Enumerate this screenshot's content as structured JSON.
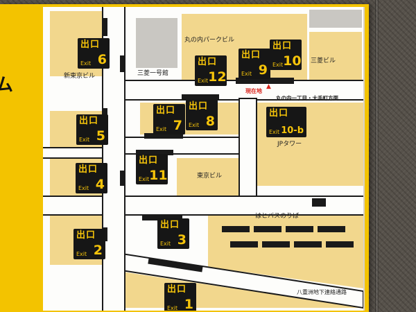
{
  "colors": {
    "wall": "#57524b",
    "sign_yellow": "#f3c300",
    "map_bg": "#fdfdfb",
    "building": "#f2d78d",
    "building_gray": "#c9c7c2",
    "badge_bg": "#161616",
    "badge_fg": "#f6c40a",
    "red": "#d9251d",
    "ink": "#222222",
    "road_line": "#1a1a1a"
  },
  "sign": {
    "edge_glyph": "ム"
  },
  "exit_word": {
    "kanji": "出口",
    "en": "Exit"
  },
  "exits": [
    {
      "num": "6"
    },
    {
      "num": "12"
    },
    {
      "num": "9"
    },
    {
      "num": "10"
    },
    {
      "num": "7"
    },
    {
      "num": "8"
    },
    {
      "num": "10-b"
    },
    {
      "num": "5"
    },
    {
      "num": "11"
    },
    {
      "num": "4"
    },
    {
      "num": "3"
    },
    {
      "num": "2"
    },
    {
      "num": "1"
    }
  ],
  "buildings": {
    "marunouchi_park": "丸の内パークビル",
    "mitsubishi_ichigokan": "三菱一号館",
    "mitsubishi_building": "三菱ビル",
    "shin_tokyo_building": "新東京ビル",
    "jp_tower": "JPタワー",
    "tokyo_building": "東京ビル",
    "hato_bus_stop": "はとバスのりば",
    "yaesu_passage": "八重洲地下連絡通路"
  },
  "annotations": {
    "current_location": "現在地",
    "current_location_marker": "▲",
    "direction": "丸の内一丁目・大手町方面"
  }
}
